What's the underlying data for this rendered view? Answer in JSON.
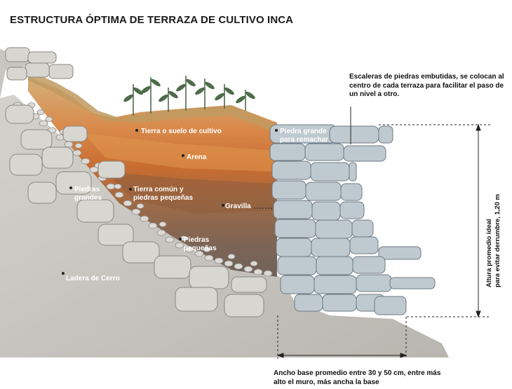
{
  "title": "ESTRUCTURA ÓPTIMA DE TERRAZA DE CULTIVO INCA",
  "labels": {
    "tierra_cultivo": "Tierra o suelo de cultivo",
    "arena": "Arena",
    "piedras_grandes_1": "Piedras",
    "piedras_grandes_2": "grandes",
    "tierra_comun_1": "Tierra común y",
    "tierra_comun_2": "piedras pequeñas",
    "gravilla": "Gravilla",
    "piedras_pequenas_1": "Piedras",
    "piedras_pequenas_2": "pequeñas",
    "ladera": "Ladera de Cerro",
    "piedra_remachar_1": "Piedra grande",
    "piedra_remachar_2": "para remachar"
  },
  "annotations": {
    "escaleras": "Escaleras de piedras embutidas, se colocan al centro de cada terraza para facilitar el paso de un nivel a otro.",
    "altura_1": "Altura promedio ideal",
    "altura_2": "para evitar derrumbre, 1,20 m",
    "ancho": "Ancho base promedio entre 30 y 50 cm, entre más alto el muro, más ancha la base"
  },
  "colors": {
    "soil_top": "#c9a56c",
    "soil_orange": "#d8783a",
    "soil_brown": "#8a5a3a",
    "hill": "#cfcdc8",
    "wall_stone": "#b8c4cc",
    "plant": "#4e6b4a"
  }
}
